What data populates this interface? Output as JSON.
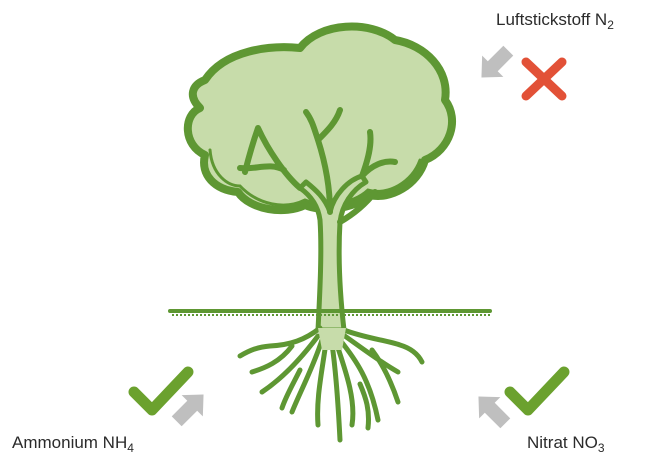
{
  "labels": {
    "air_nitrogen": {
      "text": "Luftstickstoff N",
      "subscript": "2"
    },
    "ammonium": {
      "text": "Ammonium NH",
      "subscript": "4"
    },
    "nitrate": {
      "text": "Nitrat NO",
      "subscript": "3"
    }
  },
  "icons": {
    "tree": "tree-icon",
    "cross": "cross-icon",
    "check": "checkmark-icon",
    "arrow": "arrow-icon"
  },
  "colors": {
    "foliage_fill": "#c7dcaa",
    "foliage_outline": "#5e9733",
    "check": "#6ba12e",
    "cross": "#e25137",
    "arrow": "#bfbfbf",
    "text": "#2b2b2b"
  }
}
